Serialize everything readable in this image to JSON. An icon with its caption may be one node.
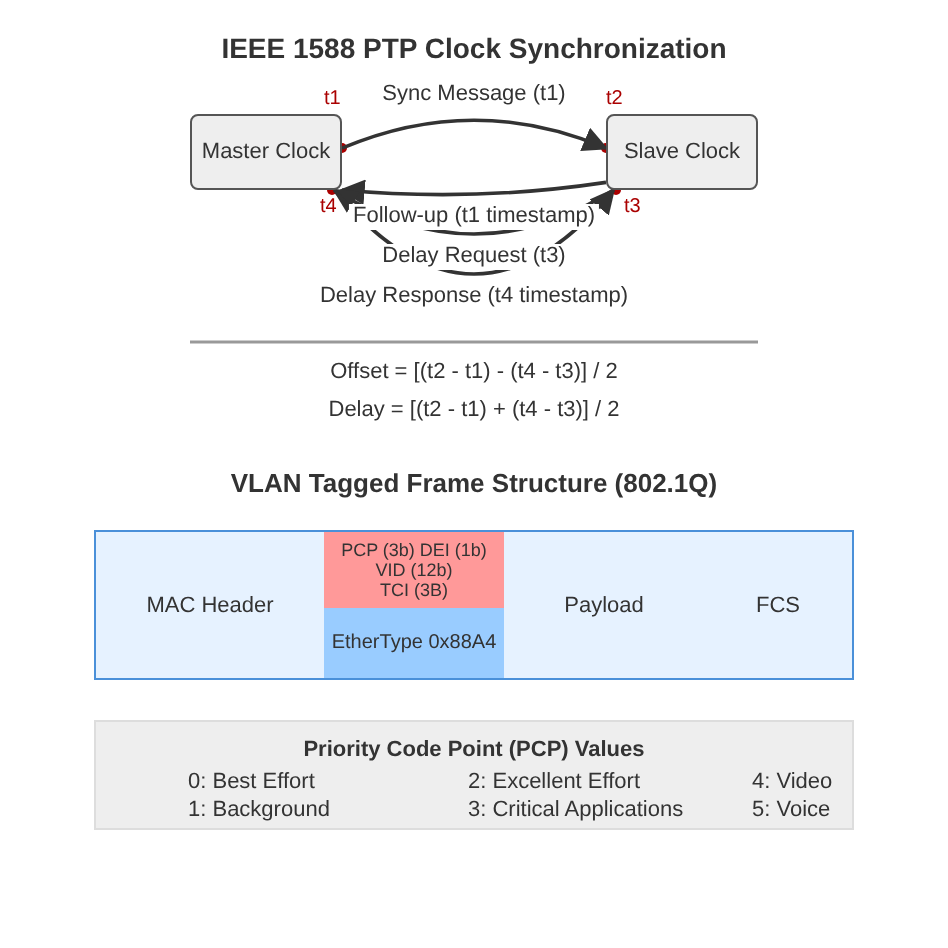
{
  "diagram": {
    "title": "IEEE 1588 PTP Clock Synchronization",
    "nodes": [
      {
        "text": [
          "Master Clock"
        ],
        "beside": [
          "t1",
          "t4"
        ]
      },
      {
        "text": [
          "Slave Clock"
        ],
        "beside": [
          "t2",
          "t3"
        ]
      },
      {
        "text": [],
        "shape": "box"
      },
      {
        "text": [
          "MAC Header"
        ],
        "in": 2
      },
      {
        "text": [
          "PCP (3b)",
          "DEI (1b)",
          "VID (12b)",
          "TCI (3B)"
        ],
        "in": 2
      },
      {
        "text": [
          "EtherType 0x88A4"
        ],
        "in": 2
      },
      {
        "text": [
          "Payload"
        ],
        "in": 2
      },
      {
        "text": [
          "FCS"
        ],
        "in": 2
      },
      {
        "text": [
          "Priority Code Point (PCP) Values",
          "0: Best Effort",
          "1: Background",
          "2: Excellent Effort",
          "3: Critical Applications",
          "4: Video",
          "5: Voice"
        ]
      }
    ],
    "edges": [
      {
        "from": 0,
        "to": 1,
        "arrow": "to",
        "label": "Sync Message (t1)"
      },
      {
        "from": 1,
        "to": 0,
        "arrow": "to",
        "label": "Follow-up (t1 timestamp)"
      },
      {
        "from": 1,
        "to": 0,
        "arrow": "to",
        "label": "Delay Request (t3)"
      },
      {
        "from": 0,
        "to": 1,
        "arrow": "to",
        "label": "Delay Response (t4 timestamp)"
      }
    ],
    "labels": [
      "Offset = [(t2 - t1) - (t4 - t3)] / 2",
      "Delay = [(t2 - t1) + (t4 - t3)] / 2",
      "VLAN Tagged Frame Structure (802.1Q)"
    ]
  }
}
